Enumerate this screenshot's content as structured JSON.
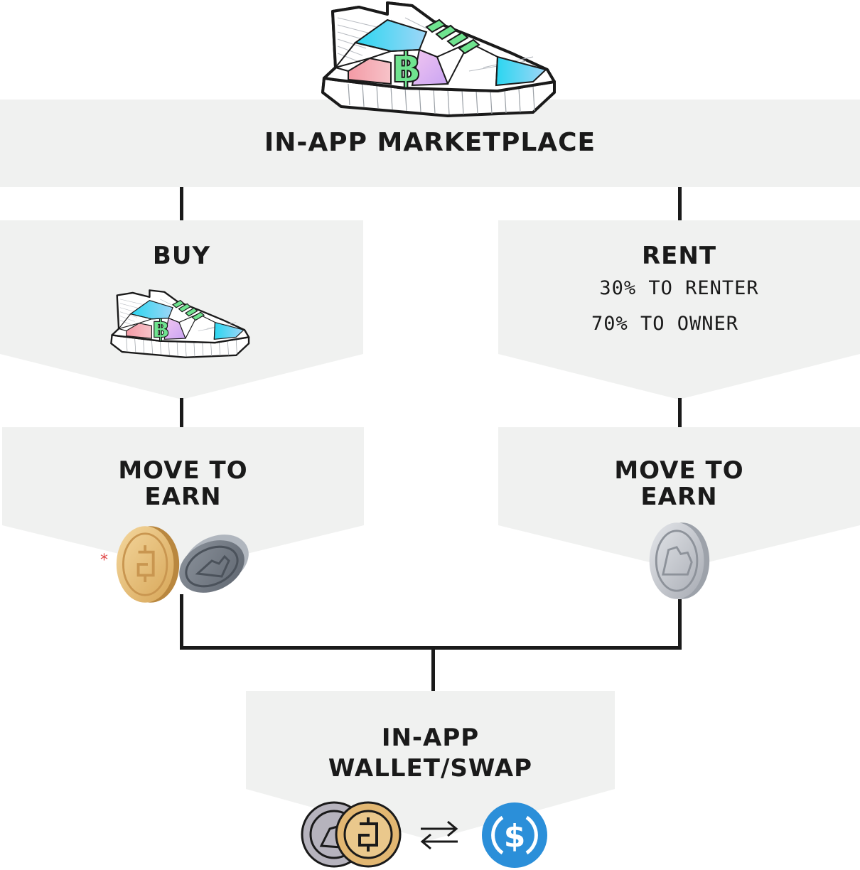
{
  "marketplace": {
    "title": "IN-APP MARKETPLACE"
  },
  "buy": {
    "title": "BUY"
  },
  "rent": {
    "title": "RENT",
    "line1": "30% TO RENTER",
    "line2": "70% TO OWNER"
  },
  "earn_left": {
    "line1": "MOVE TO",
    "line2": "EARN",
    "footnote_mark": "*"
  },
  "earn_right": {
    "line1": "MOVE TO",
    "line2": "EARN"
  },
  "wallet": {
    "line1": "IN-APP",
    "line2": "WALLET/SWAP"
  },
  "icons": {
    "hero_sneaker": "sneaker-nft-icon",
    "buy_sneaker": "sneaker-nft-icon",
    "gold_coin": "gst-coin-icon",
    "silver_coin": "gmt-coin-icon",
    "swap": "swap-arrows-icon",
    "usdc": "usdc-coin-icon"
  },
  "colors": {
    "panel": "#f0f1f0",
    "line": "#1a1a1a",
    "gold": "#e2b772",
    "silver": "#c9ccd1",
    "usdc": "#2b8fd9",
    "accent_green": "#6fe38f"
  }
}
